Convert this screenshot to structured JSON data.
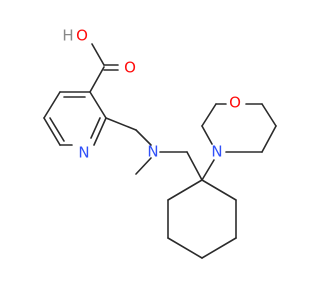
{
  "colors": {
    "oxygen": "#ff0d0d",
    "nitrogen": "#3050f8",
    "bond": "#2b2b2b"
  },
  "atoms": {
    "hydroxyl_o": "O",
    "hydroxyl_h": "H",
    "carbonyl_o": "O",
    "pyridine_n": "N",
    "amine_n": "N",
    "morpholine_n": "N",
    "morpholine_o": "O"
  }
}
